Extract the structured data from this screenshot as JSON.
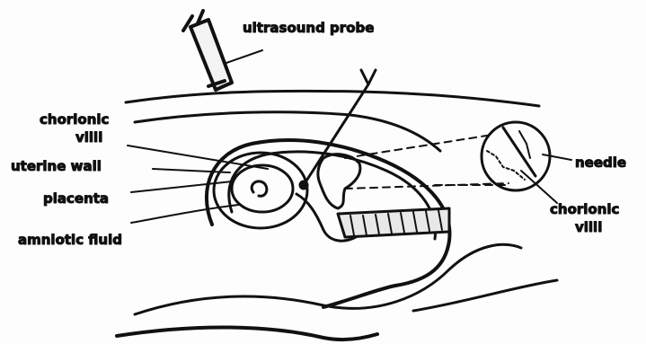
{
  "labels": {
    "probe": "ultrasound probe",
    "chorionic_villi_left_1": "chorionic",
    "chorionic_villi_left_2": "villi",
    "uterine_wall": "uterine wall",
    "placenta": "placenta",
    "amniotic_fluid": "amniotic fluid",
    "needle": "needle",
    "chorionic_villi_right_1": "chorionic",
    "chorionic_villi_right_2": "villi"
  },
  "colors": {
    "ink": "#111111",
    "background": "#fdfdfd"
  }
}
